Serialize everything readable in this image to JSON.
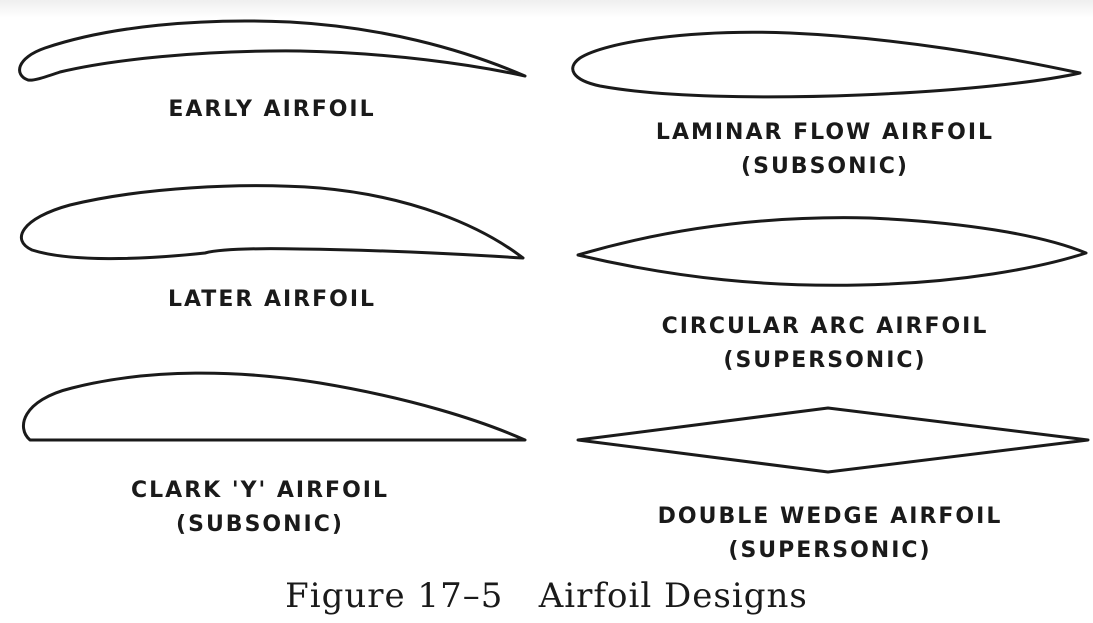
{
  "airfoils": {
    "early": {
      "name": "EARLY AIRFOIL",
      "note": ""
    },
    "laminar_flow": {
      "name": "LAMINAR FLOW AIRFOIL",
      "note": "(SUBSONIC)"
    },
    "later": {
      "name": "LATER AIRFOIL",
      "note": ""
    },
    "circular_arc": {
      "name": "CIRCULAR ARC AIRFOIL",
      "note": "(SUPERSONIC)"
    },
    "clark_y": {
      "name": "CLARK 'Y' AIRFOIL",
      "note": "(SUBSONIC)"
    },
    "double_wedge": {
      "name": "DOUBLE WEDGE AIRFOIL",
      "note": "(SUPERSONIC)"
    }
  },
  "caption": "Figure 17–5   Airfoil Designs",
  "colors": {
    "ink": "#1a1a1a",
    "background": "#ffffff"
  }
}
